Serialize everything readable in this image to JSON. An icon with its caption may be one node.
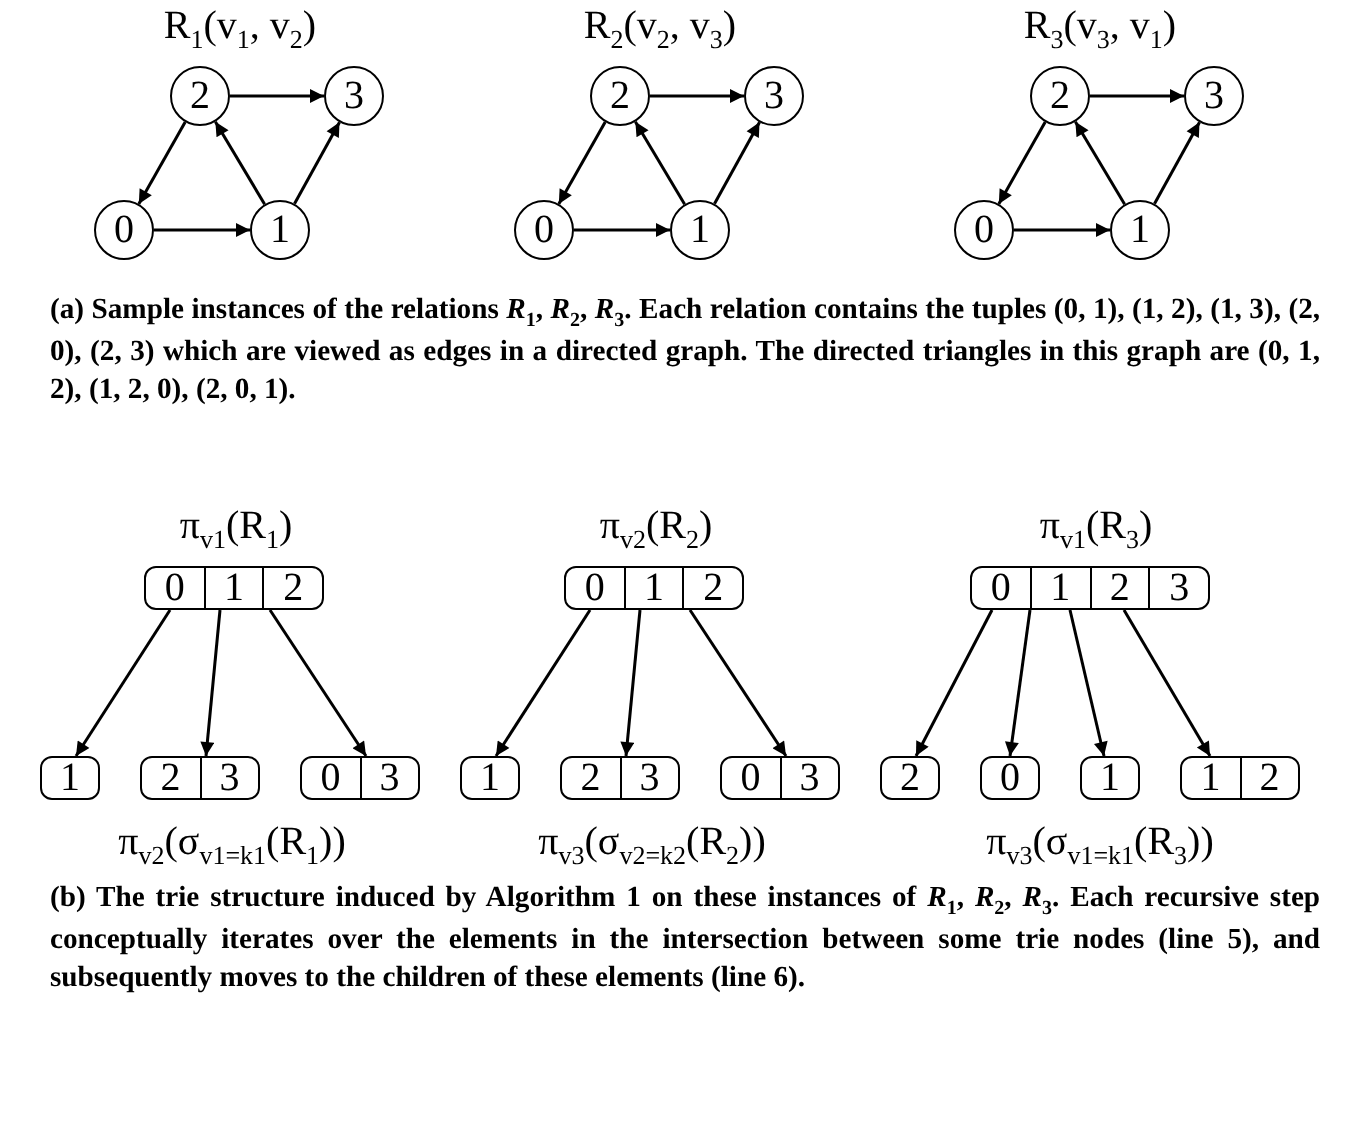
{
  "diagram": {
    "nodes": [
      {
        "text": [
          "0"
        ]
      },
      {
        "text": [
          "1"
        ]
      },
      {
        "text": [
          "2"
        ]
      },
      {
        "text": [
          "3"
        ]
      },
      {
        "text": [
          "0"
        ]
      },
      {
        "text": [
          "1"
        ]
      },
      {
        "text": [
          "2"
        ]
      },
      {
        "text": [
          "3"
        ]
      },
      {
        "text": [
          "0"
        ]
      },
      {
        "text": [
          "1"
        ]
      },
      {
        "text": [
          "2"
        ]
      },
      {
        "text": [
          "3"
        ]
      },
      {
        "text": [
          "0",
          "1",
          "2"
        ]
      },
      {
        "text": [
          "1"
        ]
      },
      {
        "text": [
          "2",
          "3"
        ]
      },
      {
        "text": [
          "0",
          "3"
        ]
      },
      {
        "text": [
          "0",
          "1",
          "2"
        ]
      },
      {
        "text": [
          "1"
        ]
      },
      {
        "text": [
          "2",
          "3"
        ]
      },
      {
        "text": [
          "0",
          "3"
        ]
      },
      {
        "text": [
          "0",
          "1",
          "2",
          "3"
        ]
      },
      {
        "text": [
          "2"
        ]
      },
      {
        "text": [
          "0"
        ]
      },
      {
        "text": [
          "1"
        ]
      },
      {
        "text": [
          "1",
          "2"
        ]
      }
    ],
    "edges": [
      {
        "from": 0,
        "to": 1,
        "arrow": "to"
      },
      {
        "from": 1,
        "to": 2,
        "arrow": "to"
      },
      {
        "from": 1,
        "to": 3,
        "arrow": "to"
      },
      {
        "from": 2,
        "to": 0,
        "arrow": "to"
      },
      {
        "from": 2,
        "to": 3,
        "arrow": "to"
      },
      {
        "from": 4,
        "to": 5,
        "arrow": "to"
      },
      {
        "from": 5,
        "to": 6,
        "arrow": "to"
      },
      {
        "from": 5,
        "to": 7,
        "arrow": "to"
      },
      {
        "from": 6,
        "to": 4,
        "arrow": "to"
      },
      {
        "from": 6,
        "to": 7,
        "arrow": "to"
      },
      {
        "from": 8,
        "to": 9,
        "arrow": "to"
      },
      {
        "from": 9,
        "to": 10,
        "arrow": "to"
      },
      {
        "from": 9,
        "to": 11,
        "arrow": "to"
      },
      {
        "from": 10,
        "to": 8,
        "arrow": "to"
      },
      {
        "from": 10,
        "to": 11,
        "arrow": "to"
      },
      {
        "from": 12,
        "to": 13,
        "arrow": "to"
      },
      {
        "from": 12,
        "to": 14,
        "arrow": "to"
      },
      {
        "from": 12,
        "to": 15,
        "arrow": "to"
      },
      {
        "from": 16,
        "to": 17,
        "arrow": "to"
      },
      {
        "from": 16,
        "to": 18,
        "arrow": "to"
      },
      {
        "from": 16,
        "to": 19,
        "arrow": "to"
      },
      {
        "from": 20,
        "to": 21,
        "arrow": "to"
      },
      {
        "from": 20,
        "to": 22,
        "arrow": "to"
      },
      {
        "from": 20,
        "to": 23,
        "arrow": "to"
      },
      {
        "from": 20,
        "to": 24,
        "arrow": "to"
      }
    ],
    "labels": [
      "R$_{1}$(v$_{1}$, v$_{2}$)",
      "R$_{2}$(v$_{2}$, v$_{3}$)",
      "R$_{3}$(v$_{3}$, v$_{1}$)",
      "(a) Sample instances of the relations *R*$_{1}$, *R*$_{2}$, *R*$_{3}$. Each relation contains the tuples (0, 1), (1, 2), (1, 3), (2, 0), (2, 3) which are viewed as edges in a directed graph. The directed triangles in this graph are (0, 1, 2), (1, 2, 0), (2, 0, 1).",
      "π$_{v1}$(R$_{1}$)",
      "π$_{v2}$(R$_{2}$)",
      "π$_{v1}$(R$_{3}$)",
      "π$_{v2}$(σ$_{v1=k1}$(R$_{1}$))",
      "π$_{v3}$(σ$_{v2=k2}$(R$_{2}$))",
      "π$_{v3}$(σ$_{v1=k1}$(R$_{3}$))",
      "(b) The trie structure induced by Algorithm 1 on these instances of *R*$_{1}$, *R*$_{2}$, *R*$_{3}$. Each recursive step conceptually iterates over the elements in the intersection between some trie nodes (line 5), and subsequently moves to the children of these elements (line 6)."
    ]
  }
}
